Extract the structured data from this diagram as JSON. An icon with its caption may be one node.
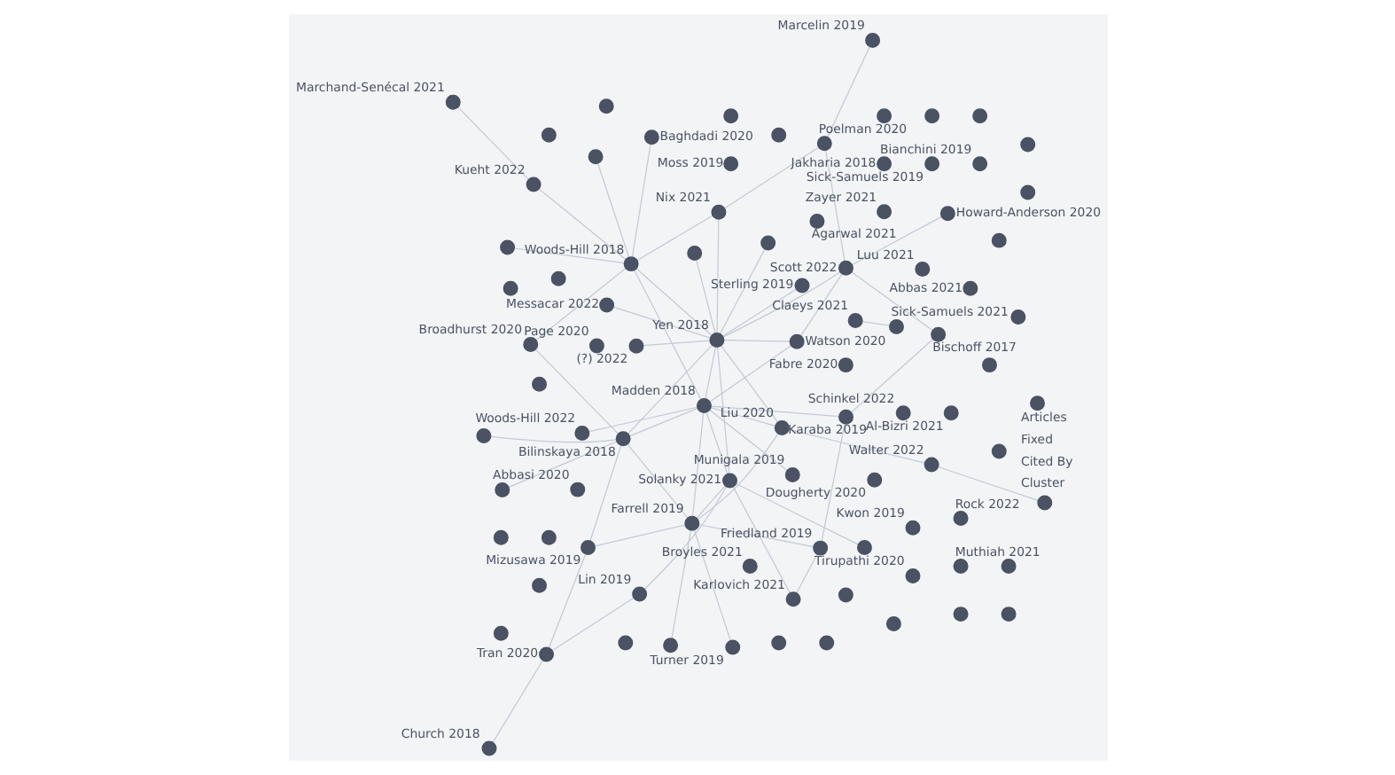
{
  "diagram": {
    "nodes": [
      {
        "text": [
          "Madden 2018"
        ]
      },
      {
        "text": [
          "Yen 2018"
        ]
      },
      {
        "text": [
          "Mizusawa 2019"
        ]
      },
      {
        "text": [
          "Broadhurst 2020"
        ]
      },
      {
        "text": [
          "Munigala 2019"
        ]
      },
      {
        "text": [
          "Woods-Hill 2022"
        ]
      },
      {
        "text": [
          "Fabre 2020"
        ]
      },
      {
        "text": [
          "Claeys 2021"
        ]
      },
      {
        "text": [
          "Dougherty 2020"
        ]
      },
      {
        "text": [
          "Watson 2020"
        ]
      },
      {
        "text": [
          "Sick-Samuels 2021"
        ]
      },
      {
        "text": [
          "Bilinskaya 2018"
        ]
      },
      {
        "text": [
          "Woods-Hill 2018"
        ]
      },
      {
        "text": [
          "Friedland 2019"
        ]
      },
      {
        "text": [
          "Howard-Anderson 2020"
        ]
      },
      {
        "text": [
          "Solanky 2021"
        ]
      },
      {
        "text": [
          "Marcelin 2019"
        ]
      },
      {
        "text": [
          "Turner 2019"
        ]
      },
      {
        "text": [
          "Lin 2019"
        ]
      },
      {
        "text": [
          "Schinkel 2022"
        ]
      },
      {
        "text": [
          "Kwon 2019"
        ]
      },
      {
        "text": [
          "Liu 2020"
        ]
      },
      {
        "text": [
          "Luu 2021"
        ]
      },
      {
        "text": [
          "Karlovich 2021"
        ]
      },
      {
        "text": [
          "Kueht 2022"
        ]
      },
      {
        "text": [
          "Poelman 2020"
        ]
      },
      {
        "text": [
          "Tran 2020"
        ]
      },
      {
        "text": [
          "Messacar 2022"
        ]
      },
      {
        "text": [
          "(?) 2022"
        ]
      },
      {
        "text": [
          "Agarwal 2021"
        ]
      },
      {
        "text": [
          "Marchand-Senécal 2021"
        ]
      },
      {
        "text": [
          "Zayer 2021"
        ]
      },
      {
        "text": [
          "Page 2020"
        ]
      },
      {
        "text": [
          "Al-Bizri 2021"
        ]
      },
      {
        "text": [
          "Muthiah 2021"
        ]
      },
      {
        "text": [
          "Bischoff 2017"
        ]
      },
      {
        "text": [
          "Karaba 2019"
        ]
      },
      {
        "text": [
          "Baghdadi 2020"
        ]
      },
      {
        "text": [
          "Rock 2022"
        ]
      },
      {
        "text": [
          "Nix 2021"
        ]
      },
      {
        "text": [
          "Abbasi 2020"
        ]
      },
      {
        "text": [
          "Broyles 2021"
        ]
      },
      {
        "text": [
          "Walter 2022"
        ]
      },
      {
        "text": [
          "Church 2018"
        ]
      },
      {
        "text": [
          "Scott 2022"
        ]
      },
      {
        "text": [
          "Tirupathi 2020"
        ]
      },
      {
        "text": [
          "Abbas 2021"
        ]
      },
      {
        "text": [
          "Bianchini 2019"
        ]
      },
      {
        "text": [
          "Sick-Samuels 2019"
        ]
      },
      {
        "text": [
          "Farrell 2019"
        ]
      },
      {
        "text": [
          "Jakharia 2018"
        ]
      },
      {
        "text": [
          "Sterling 2019"
        ]
      },
      {
        "text": [
          "Moss 2019"
        ]
      },
      {
        "text": [],
        "shape": "circle"
      },
      {
        "text": [],
        "shape": "circle"
      },
      {
        "text": [],
        "shape": "circle"
      },
      {
        "text": [],
        "shape": "circle"
      },
      {
        "text": [],
        "shape": "circle"
      },
      {
        "text": [],
        "shape": "circle"
      },
      {
        "text": [],
        "shape": "circle"
      },
      {
        "text": [],
        "shape": "circle"
      },
      {
        "text": [],
        "shape": "circle"
      },
      {
        "text": [],
        "shape": "circle"
      },
      {
        "text": [],
        "shape": "circle"
      },
      {
        "text": [],
        "shape": "circle"
      },
      {
        "text": [],
        "shape": "circle"
      },
      {
        "text": [],
        "shape": "circle"
      },
      {
        "text": [],
        "shape": "circle"
      },
      {
        "text": [],
        "shape": "circle"
      },
      {
        "text": [],
        "shape": "circle"
      },
      {
        "text": [],
        "shape": "circle"
      },
      {
        "text": [],
        "shape": "circle"
      },
      {
        "text": [],
        "shape": "circle"
      },
      {
        "text": [],
        "shape": "circle"
      },
      {
        "text": [],
        "shape": "circle"
      },
      {
        "text": [],
        "shape": "circle"
      },
      {
        "text": [],
        "shape": "circle"
      },
      {
        "text": [],
        "shape": "circle"
      },
      {
        "text": [],
        "shape": "circle"
      },
      {
        "text": [],
        "shape": "circle"
      },
      {
        "text": [],
        "shape": "circle"
      },
      {
        "text": [],
        "shape": "circle"
      },
      {
        "text": [],
        "shape": "circle"
      },
      {
        "text": [],
        "shape": "circle"
      },
      {
        "text": [],
        "shape": "circle"
      },
      {
        "text": [],
        "shape": "circle"
      },
      {
        "text": [],
        "shape": "circle"
      },
      {
        "text": [],
        "shape": "circle"
      },
      {
        "text": [],
        "shape": "circle"
      },
      {
        "text": [],
        "shape": "circle"
      },
      {
        "text": [],
        "shape": "circle"
      }
    ],
    "edges": [
      {
        "from": 0,
        "to": 4,
        "arrow": "none"
      },
      {
        "from": 0,
        "to": 5,
        "arrow": "none"
      },
      {
        "from": 0,
        "to": 11,
        "arrow": "none"
      },
      {
        "from": 0,
        "to": 9,
        "arrow": "none"
      },
      {
        "from": 0,
        "to": 1,
        "arrow": "none"
      },
      {
        "from": 0,
        "to": 12,
        "arrow": "none"
      },
      {
        "from": 0,
        "to": 21,
        "arrow": "none"
      },
      {
        "from": 0,
        "to": 36,
        "arrow": "none"
      },
      {
        "from": 0,
        "to": 49,
        "arrow": "none"
      },
      {
        "from": 0,
        "to": 15,
        "arrow": "none"
      },
      {
        "from": 1,
        "to": 9,
        "arrow": "none"
      },
      {
        "from": 1,
        "to": 12,
        "arrow": "none"
      },
      {
        "from": 1,
        "to": 11,
        "arrow": "none"
      },
      {
        "from": 1,
        "to": 15,
        "arrow": "none"
      },
      {
        "from": 1,
        "to": 44,
        "arrow": "none"
      },
      {
        "from": 1,
        "to": 27,
        "arrow": "none"
      },
      {
        "from": 1,
        "to": 39,
        "arrow": "none"
      },
      {
        "from": 1,
        "to": 51,
        "arrow": "none"
      },
      {
        "from": 1,
        "to": 21,
        "arrow": "none"
      },
      {
        "from": 2,
        "to": 11,
        "arrow": "none"
      },
      {
        "from": 2,
        "to": 49,
        "arrow": "none"
      },
      {
        "from": 2,
        "to": 26,
        "arrow": "none"
      },
      {
        "from": 3,
        "to": 11,
        "arrow": "none"
      },
      {
        "from": 3,
        "to": 12,
        "arrow": "none"
      },
      {
        "from": 7,
        "to": 10,
        "arrow": "none"
      },
      {
        "from": 18,
        "to": 15,
        "arrow": "none"
      },
      {
        "from": 18,
        "to": 26,
        "arrow": "none"
      },
      {
        "from": 23,
        "to": 15,
        "arrow": "none"
      },
      {
        "from": 23,
        "to": 13,
        "arrow": "none"
      },
      {
        "from": 35,
        "to": 36,
        "arrow": "none"
      },
      {
        "from": 35,
        "to": 44,
        "arrow": "none"
      },
      {
        "from": 36,
        "to": 13,
        "arrow": "none"
      },
      {
        "from": 24,
        "to": 30,
        "arrow": "none"
      },
      {
        "from": 24,
        "to": 12,
        "arrow": "none"
      },
      {
        "from": 21,
        "to": 49,
        "arrow": "none"
      },
      {
        "from": 21,
        "to": 42,
        "arrow": "none"
      },
      {
        "from": 25,
        "to": 39,
        "arrow": "none"
      },
      {
        "from": 25,
        "to": 44,
        "arrow": "none"
      },
      {
        "from": 26,
        "to": 43,
        "arrow": "none"
      },
      {
        "from": 37,
        "to": 12,
        "arrow": "none"
      },
      {
        "from": 9,
        "to": 44,
        "arrow": "none"
      },
      {
        "from": 12,
        "to": 39,
        "arrow": "none"
      },
      {
        "from": 14,
        "to": 44,
        "arrow": "none"
      },
      {
        "from": 16,
        "to": 25,
        "arrow": "none"
      },
      {
        "from": 13,
        "to": 49,
        "arrow": "none"
      },
      {
        "from": 17,
        "to": 49,
        "arrow": "none"
      },
      {
        "from": 11,
        "to": 49,
        "arrow": "none"
      },
      {
        "from": 15,
        "to": 49,
        "arrow": "none"
      },
      {
        "from": 28,
        "to": 1,
        "arrow": "none"
      },
      {
        "from": 54,
        "to": 11,
        "arrow": "none"
      },
      {
        "from": 55,
        "to": 12,
        "arrow": "none"
      },
      {
        "from": 56,
        "to": 15,
        "arrow": "none"
      },
      {
        "from": 57,
        "to": 49,
        "arrow": "none"
      },
      {
        "from": 58,
        "to": 42,
        "arrow": "none"
      },
      {
        "from": 61,
        "to": 12,
        "arrow": "none"
      },
      {
        "from": 64,
        "to": 1,
        "arrow": "none"
      },
      {
        "from": 69,
        "to": 11,
        "arrow": "none"
      },
      {
        "from": 70,
        "to": 1,
        "arrow": "none"
      }
    ],
    "legend": [
      {
        "text": "Articles"
      },
      {
        "text": "Fixed"
      },
      {
        "text": "Cited By"
      },
      {
        "text": "Cluster"
      }
    ]
  }
}
